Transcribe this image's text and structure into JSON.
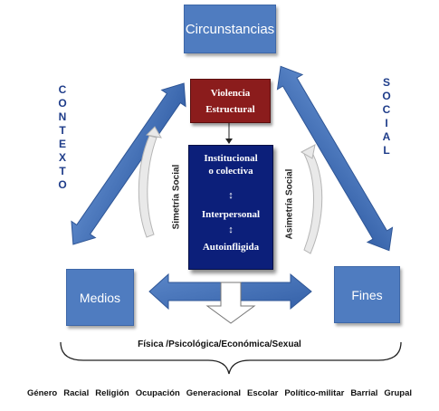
{
  "nodes": {
    "top": "Circunstancias",
    "left": "Medios",
    "right": "Fines"
  },
  "violence_box": {
    "line1": "Violencia",
    "line2": "Estructural"
  },
  "central_box": {
    "item1_line1": "Institucional",
    "item1_line2": "o colectiva",
    "item2": "Interpersonal",
    "item3": "Autoinfligida",
    "updown_symbol": "↕"
  },
  "side_labels": {
    "left_word": [
      "C",
      "O",
      "N",
      "T",
      "E",
      "X",
      "T",
      "O"
    ],
    "right_word": [
      "S",
      "O",
      "C",
      "I",
      "A",
      "L"
    ]
  },
  "axis_labels": {
    "left": "Simetría Social",
    "right": "Asimetría Social"
  },
  "bottom_label": "Física /Psicológica/Económica/Sexual",
  "categories": [
    "Género",
    "Racial",
    "Religión",
    "Ocupación",
    "Generacional",
    "Escolar",
    "Político-militar",
    "Barrial",
    "Grupal"
  ],
  "colors": {
    "node_blue": "#4f7cc0",
    "arrow_blue": "#3f6fb8",
    "violence_red": "#8b1c1c",
    "central_navy": "#0c1f7a",
    "side_text_blue": "#1f3d8a"
  }
}
